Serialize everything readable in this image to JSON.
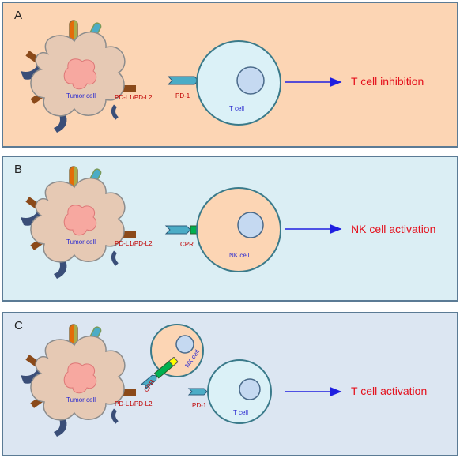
{
  "panels": [
    {
      "letter": "A",
      "tumor_label": "Tumor cell",
      "ligand_label": "PD-L1/PD-L2",
      "receptor_label": "PD-1",
      "cell_label": "T cell",
      "outcome": "T cell inhibition",
      "bg": "#fcd5b4"
    },
    {
      "letter": "B",
      "tumor_label": "Tumor cell",
      "ligand_label": "PD-L1/PD-L2",
      "receptor_label": "CPR",
      "cell_label": "NK cell",
      "outcome": "NK cell activation",
      "bg": "#dbeef4"
    },
    {
      "letter": "C",
      "tumor_label": "Tumor cell",
      "ligand_label": "PD-L1/PD-L2",
      "receptor_label": "CPR",
      "nk_label": "NK cell",
      "receptor2_label": "PD-1",
      "cell_label": "T cell",
      "outcome": "T cell activation",
      "bg": "#dce6f2"
    }
  ],
  "colors": {
    "panel_border": "#5b7b95",
    "tumor_fill": "#e6c9b4",
    "nucleus_fill": "#f7a8a0",
    "tcell_fill": "#dbf1f7",
    "nkcell_fill": "#fcd5b4",
    "cell_nucleus": "#c5d9f1",
    "outcome_text": "#e4101c",
    "arrow": "#1f1fe0",
    "label_red": "#c00000",
    "label_blue": "#2a2ad0"
  }
}
